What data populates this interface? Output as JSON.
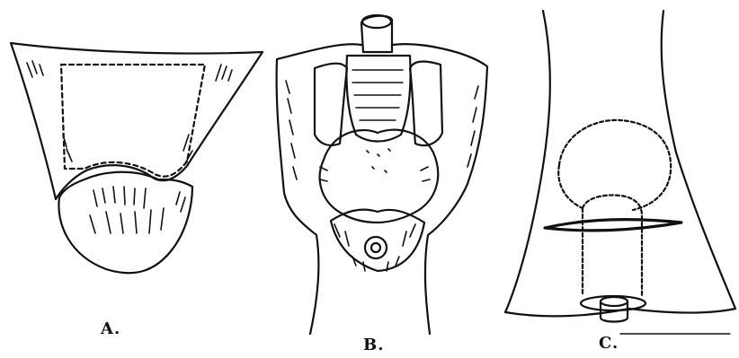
{
  "figure": {
    "panels": [
      {
        "id": "A",
        "label": "A."
      },
      {
        "id": "B",
        "label": "B."
      },
      {
        "id": "C",
        "label": "C."
      }
    ],
    "colors": {
      "ink": "#111111",
      "background": "#ffffff"
    }
  }
}
